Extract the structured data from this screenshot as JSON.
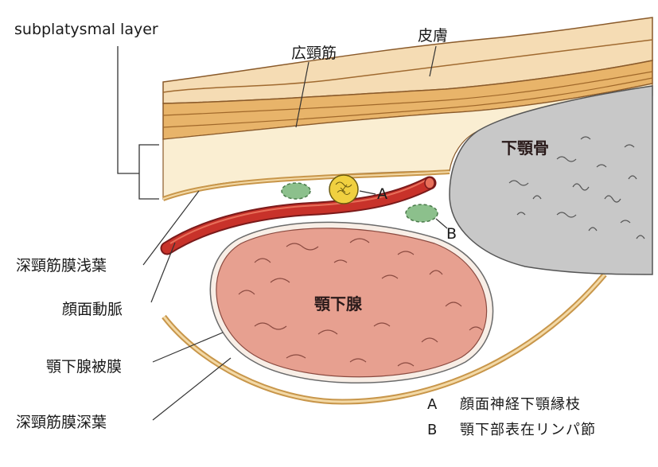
{
  "labels": {
    "subplatysmal": "subplatysmal layer",
    "skin": "皮膚",
    "platysma": "広頸筋",
    "mandible": "下顎骨",
    "gland": "顎下腺",
    "superficial_fascia": "深頸筋膜浅葉",
    "facial_artery": "顔面動脈",
    "gland_capsule": "顎下腺被膜",
    "deep_fascia": "深頸筋膜深葉",
    "marker_a": "A",
    "marker_b": "B"
  },
  "legend": [
    {
      "key": "A",
      "text": "顔面神経下顎縁枝"
    },
    {
      "key": "B",
      "text": "顎下部表在リンパ節"
    }
  ],
  "colors": {
    "skin": "#f5dcb4",
    "platysma": "#e8b46a",
    "muscle_line": "#a0682a",
    "fat": "#faeed2",
    "bone": "#c8c8c8",
    "gland": "#e7a090",
    "artery": "#c8322a",
    "nerve": "#f0d040",
    "lymph": "#8cc08c"
  }
}
